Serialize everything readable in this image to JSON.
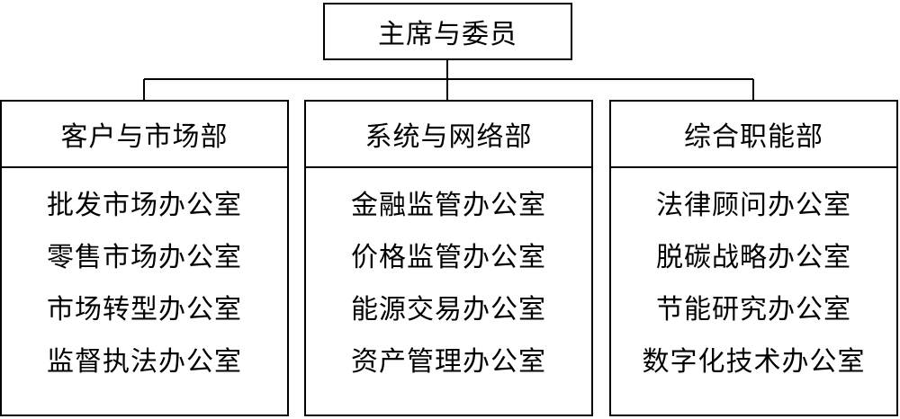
{
  "chair": {
    "label": "主席与委员"
  },
  "departments": [
    {
      "name": "客户与市场部",
      "offices": [
        "批发市场办公室",
        "零售市场办公室",
        "市场转型办公室",
        "监督执法办公室"
      ]
    },
    {
      "name": "系统与网络部",
      "offices": [
        "金融监管办公室",
        "价格监管办公室",
        "能源交易办公室",
        "资产管理办公室"
      ]
    },
    {
      "name": "综合职能部",
      "offices": [
        "法律顾问办公室",
        "脱碳战略办公室",
        "节能研究办公室",
        "数字化技术办公室"
      ]
    }
  ]
}
